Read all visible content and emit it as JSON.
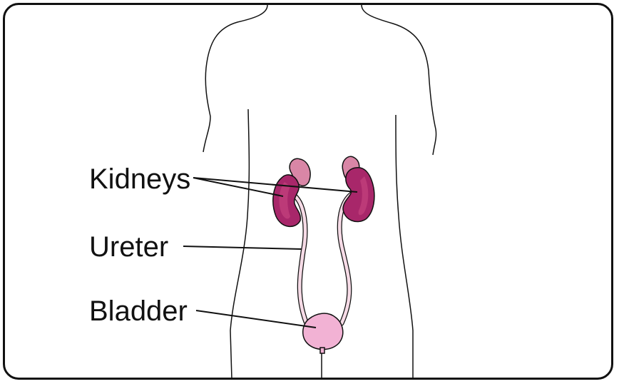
{
  "labels": {
    "kidneys": "Kidneys",
    "ureter": "Ureter",
    "bladder": "Bladder"
  },
  "colors": {
    "kidney": "#a8276a",
    "kidney_light": "#c4437f",
    "adrenal": "#d986a6",
    "bladder": "#f2b2d4",
    "ureter": "#f6dbe6",
    "outline": "#111111"
  }
}
